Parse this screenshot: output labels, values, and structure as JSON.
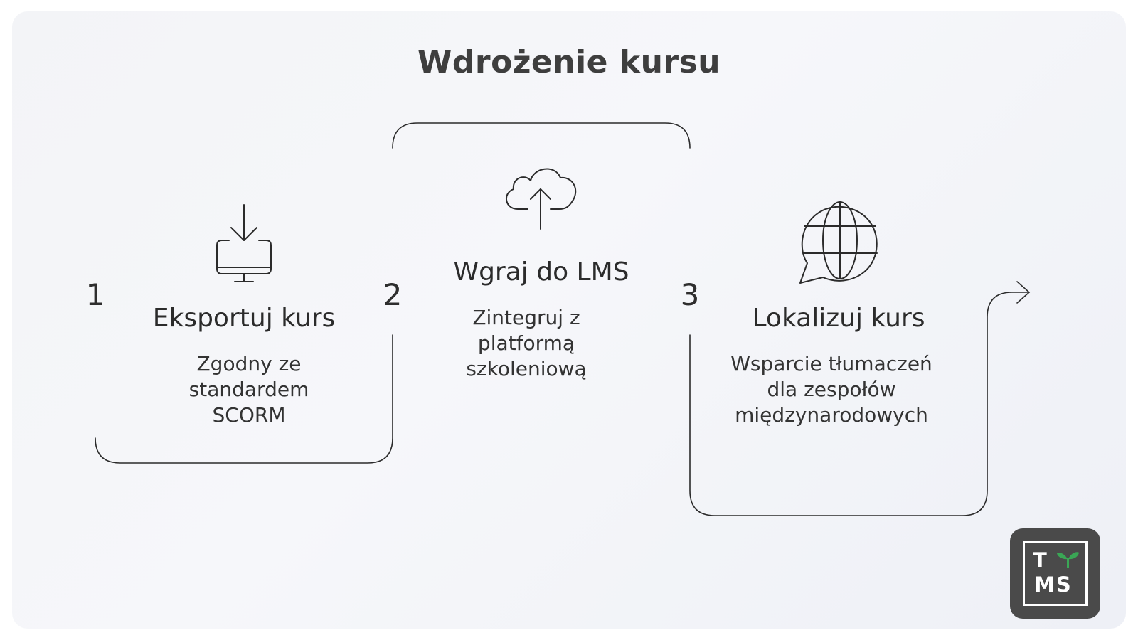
{
  "title": "Wdrożenie kursu",
  "steps": [
    {
      "number": "1",
      "title": "Eksportuj kurs",
      "description": "Zgodny ze standardem SCORM",
      "icon": "monitor-download-icon"
    },
    {
      "number": "2",
      "title": "Wgraj do LMS",
      "description": "Zintegruj z platformą szkoleniową",
      "icon": "cloud-upload-icon"
    },
    {
      "number": "3",
      "title": "Lokalizuj kurs",
      "description": "Wsparcie tłumaczeń dla zespołów międzynarodowych",
      "icon": "globe-chat-icon"
    }
  ],
  "logo": {
    "line1": "T",
    "line2": "MS",
    "accent": "#3aa655",
    "full": "TMS"
  },
  "colors": {
    "line": "#2b2b2b",
    "background": "#f3f4f7",
    "logo_bg": "#4a4a4a"
  }
}
